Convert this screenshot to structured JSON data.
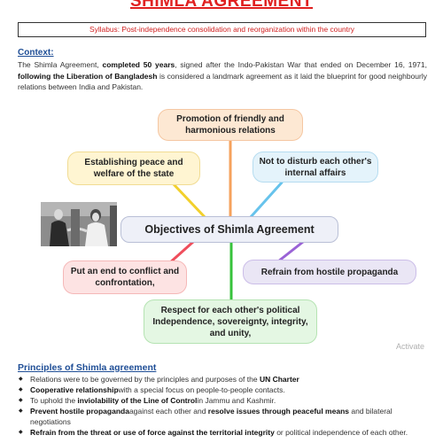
{
  "title": "SHIMLA AGREEMENT",
  "syllabus": "Syllabus: Post-independence consolidation and reorganization within the country",
  "context": {
    "heading": "Context:",
    "p1": "The Shimla Agreement, ",
    "b1": "completed 50 years",
    "p2": ", signed after the Indo-Pakistan War that ended on December 16, 1971, ",
    "b2": "following the Liberation of Bangladesh",
    "p3": " is considered a landmark agreement as it laid the blueprint for good neighbourly relations between India and Pakistan."
  },
  "mindmap": {
    "center": "Objectives of Shimla Agreement",
    "nodes": [
      {
        "text": "Promotion of friendly and harmonious relations"
      },
      {
        "text": "Not to disturb each other's internal affairs"
      },
      {
        "text": "Refrain from hostile propaganda"
      },
      {
        "text": "Respect for each other's political Independence, sovereignty, integrity, and unity,"
      },
      {
        "text": "Put an end to conflict and confrontation,"
      },
      {
        "text": "Establishing peace and welfare of the state"
      }
    ],
    "colors": {
      "top": "#f6a25c",
      "top_right": "#67c3ec",
      "right": "#9a63d6",
      "bottom": "#37c23b",
      "bottom_left": "#ef4e5c",
      "top_left": "#f2d02c"
    }
  },
  "watermark": "Activate",
  "principles": {
    "heading": "Principles of Shimla agreement",
    "items": [
      {
        "a": "Relations were to be governed by the principles and purposes of the ",
        "b": "UN Charter",
        "c": ""
      },
      {
        "a": "",
        "b": "Cooperative relationship",
        "c": "with a special focus on people-to-people contacts."
      },
      {
        "a": "To uphold the ",
        "b": "inviolability of the Line of Control",
        "c": "in Jammu and Kashmir."
      },
      {
        "a": "",
        "b": "Prevent hostile propaganda",
        "c": "against each other and ",
        "d": "resolve issues through peaceful means",
        "e": " and bilateral negotiations"
      },
      {
        "a": "",
        "b": "Refrain from the threat or use of force against the territorial integrity",
        "c": " or political independence of each other."
      }
    ]
  }
}
